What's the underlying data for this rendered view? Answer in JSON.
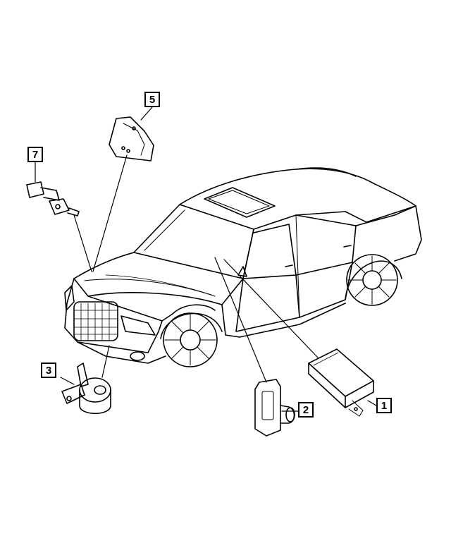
{
  "callouts": [
    {
      "id": "1",
      "label": "1",
      "part": "module"
    },
    {
      "id": "2",
      "label": "2",
      "part": "sensor"
    },
    {
      "id": "3",
      "label": "3",
      "part": "siren"
    },
    {
      "id": "5",
      "label": "5",
      "part": "bracket"
    },
    {
      "id": "7",
      "label": "7",
      "part": "switch"
    }
  ],
  "colors": {
    "line": "#000000",
    "background": "#ffffff"
  }
}
